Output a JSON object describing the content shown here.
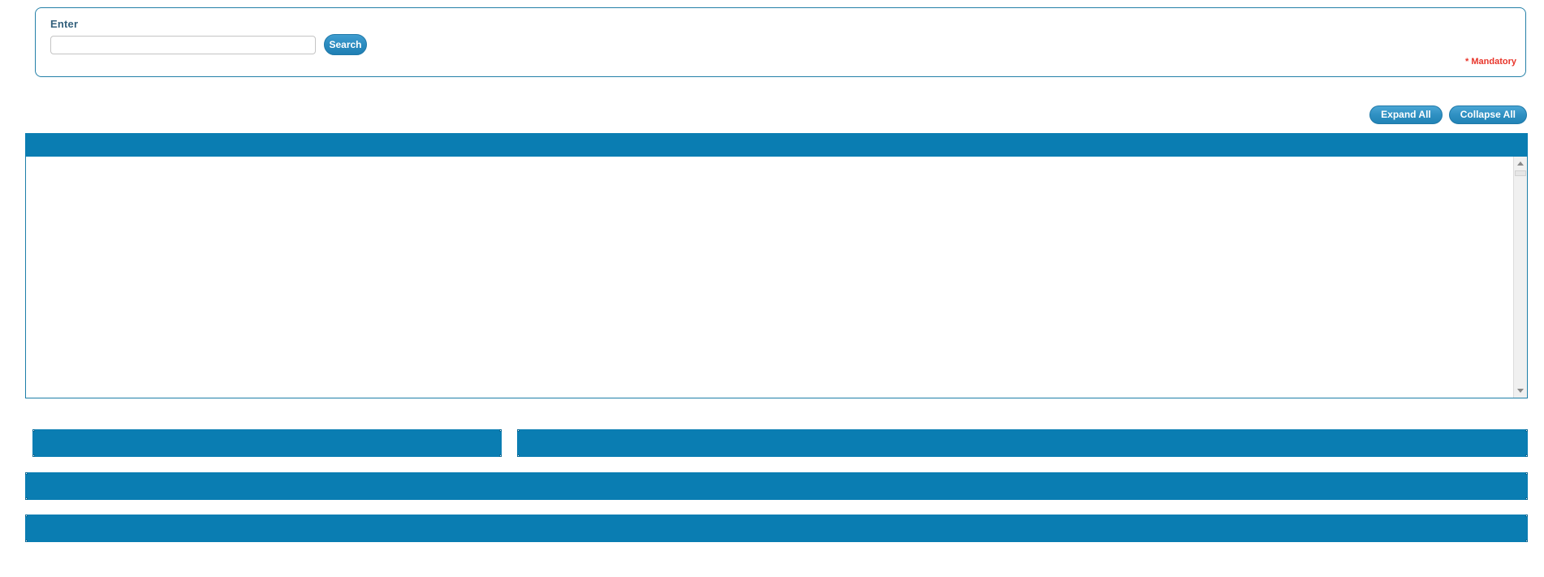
{
  "search_panel": {
    "label": "Enter",
    "input_value": "",
    "input_placeholder": "",
    "search_button_label": "Search",
    "mandatory_note": "* Mandatory"
  },
  "toolbar": {
    "expand_all_label": "Expand All",
    "collapse_all_label": "Collapse All"
  },
  "results": {
    "header_title": "",
    "body_text": ""
  },
  "sections": [
    {
      "title": ""
    },
    {
      "title": ""
    },
    {
      "title": ""
    },
    {
      "title": ""
    }
  ],
  "colors": {
    "accent_blue": "#0a7db2",
    "button_blue": "#2f90c2",
    "border_blue": "#1d7ea8",
    "label_text": "#34617d",
    "mandatory_red": "#e8352a"
  },
  "scrollbar": {
    "up_arrow": "triangle-up-icon",
    "down_arrow": "triangle-down-icon",
    "thumb_position_percent": 0
  }
}
